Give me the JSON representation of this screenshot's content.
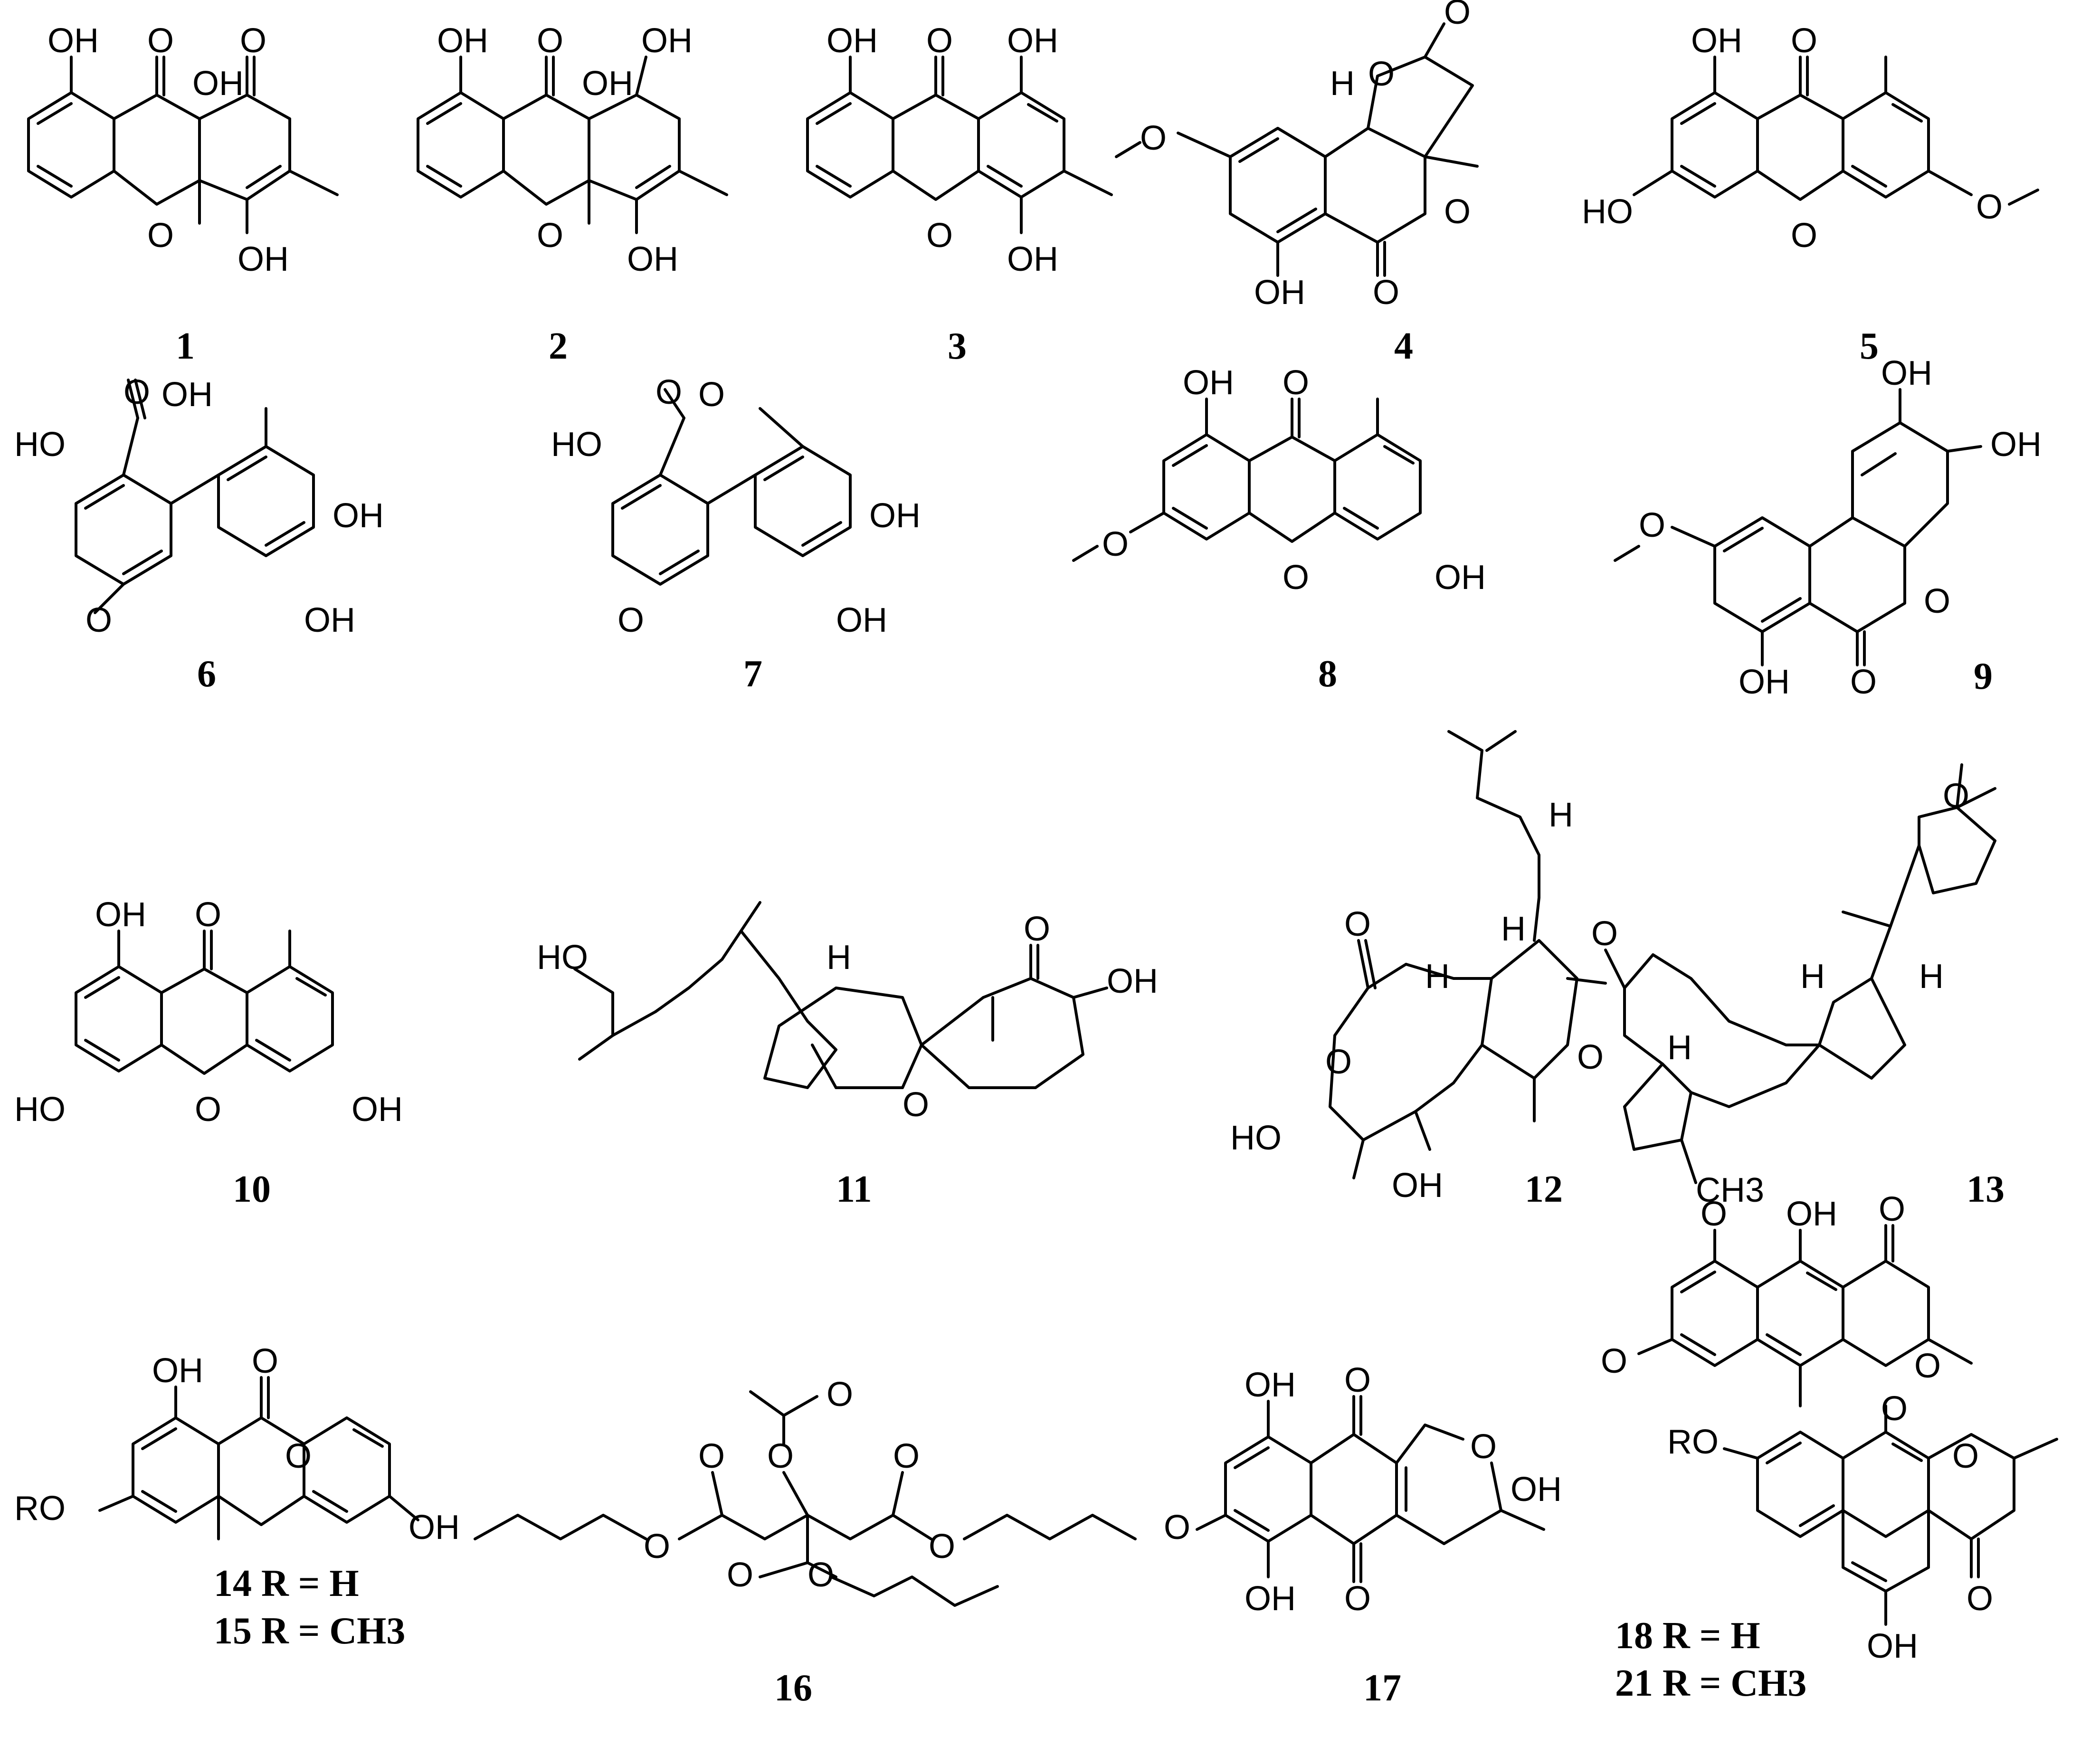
{
  "compound_labels": {
    "c1": "1",
    "c2": "2",
    "c3": "3",
    "c4": "4",
    "c5": "5",
    "c6": "6",
    "c7": "7",
    "c8": "8",
    "c9": "9",
    "c10": "10",
    "c11": "11",
    "c12": "12",
    "c13": "13",
    "c16": "16",
    "c17": "17"
  },
  "compound_14_15": {
    "line1": "14  R = H",
    "line2": "15  R = CH3"
  },
  "compound_18_21": {
    "line1": "18 R = H",
    "line2": "21 R = CH3"
  },
  "atoms": {
    "OH": "OH",
    "HO": "HO",
    "O": "O",
    "H": "H",
    "RO": "RO",
    "CH3": "CH3",
    "OHOH": "OH"
  }
}
